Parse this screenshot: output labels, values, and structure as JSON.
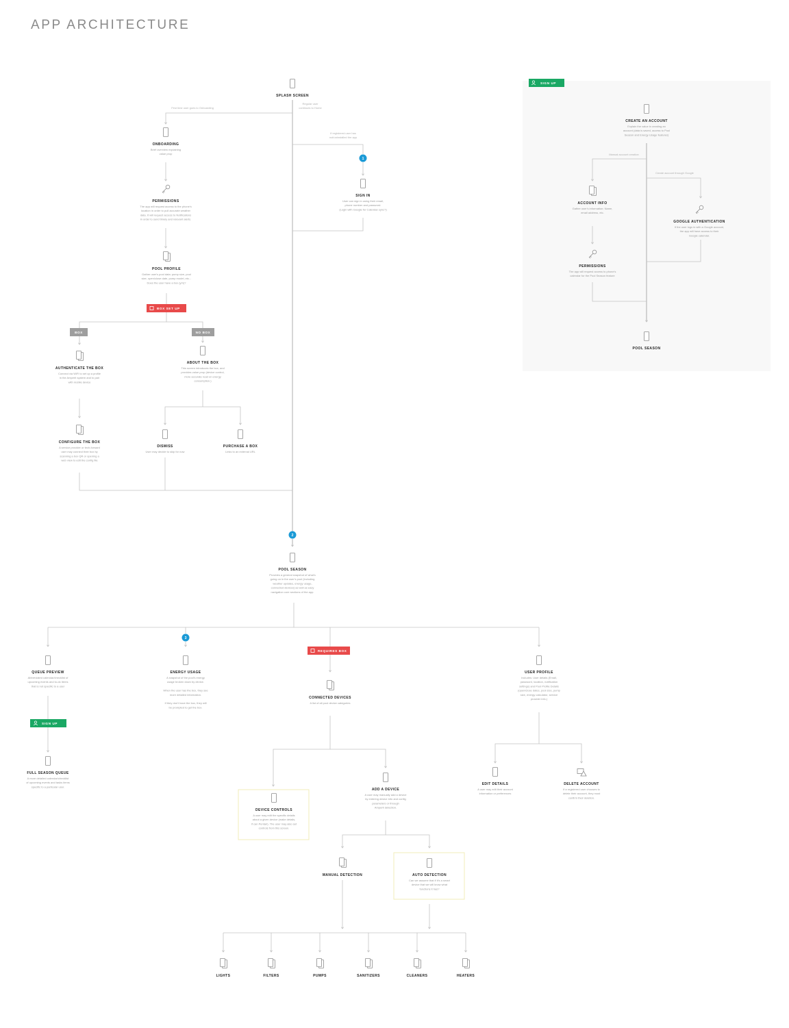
{
  "page": {
    "title": "APP ARCHITECTURE"
  },
  "colors": {
    "green": "#1aa864",
    "red": "#e84a4a",
    "gray": "#9e9e9e",
    "blue": "#1b9ad6",
    "line": "#c4c4c4",
    "panel": "#f8f8f8",
    "highlight": "#f2ecb8"
  },
  "nodes": {
    "splash": {
      "title": "SPLASH SCREEN",
      "icon": "phone-icon",
      "desc": []
    },
    "onboarding": {
      "title": "ONBOARDING",
      "icon": "phone-icon",
      "desc": [
        "Brief overview explaining",
        "value prop"
      ]
    },
    "permissions_main": {
      "title": "PERMISSIONS",
      "icon": "key-icon",
      "desc": [
        "The app will request access to the phone's",
        "location in order to pull accurate weather",
        "data. It will request access to Notifications",
        "in order to send timely and relevant alerts."
      ]
    },
    "sign_in": {
      "title": "SIGN IN",
      "icon": "phone-icon",
      "desc": [
        "User can sign in using their email,",
        "phone number and password.",
        "(Login with Google for Calendar sync?)"
      ]
    },
    "pool_profile": {
      "title": "POOL PROFILE",
      "icon": "stacked-screens-icon",
      "desc": [
        "Gather user's pool data: pump size, pool",
        "size, open/close date, pump model, etc...",
        "Does the user have a box (y/n)?"
      ]
    },
    "auth_box": {
      "title": "AUTHENTICATE THE BOX",
      "icon": "stacked-screens-icon",
      "desc": [
        "Connect via WiFi to set up a profile",
        "in the Amperit system and to pair",
        "with mobile device"
      ]
    },
    "about_box": {
      "title": "ABOUT THE BOX",
      "icon": "phone-icon",
      "desc": [
        "This screen introduces the box, and",
        "provides value prop (device control,",
        "more accurate read on energy",
        "consumption.)"
      ]
    },
    "configure_box": {
      "title": "CONFIGURE THE BOX",
      "icon": "stacked-screens-icon",
      "desc": [
        "A service provider or tech-forward",
        "user may connect their box by",
        "scanning a box QR or opening a",
        "web view to edit the config file"
      ]
    },
    "dismiss": {
      "title": "DISMISS",
      "icon": "phone-icon",
      "desc": [
        "User may decide to skip for now"
      ]
    },
    "purchase_box": {
      "title": "PURCHASE A BOX",
      "icon": "phone-icon",
      "desc": [
        "Links to an external URL"
      ]
    },
    "pool_season_main": {
      "title": "POOL SEASON",
      "icon": "phone-icon",
      "desc": [
        "Provides a general snapshot of what's",
        "going on in the user's pool (including",
        "weather updates, energy usage,",
        "connected devices) as well as easy",
        "navigation core sections of the app."
      ]
    },
    "queue_preview": {
      "title": "QUEUE PREVIEW",
      "icon": "phone-icon",
      "desc": [
        "Abbreviated calendar/checklist of",
        "upcoming events and to-do items",
        "that is not specific to a user"
      ]
    },
    "full_season": {
      "title": "FULL SEASON QUEUE",
      "icon": "phone-icon",
      "desc": [
        "A more detailed calendar/checklist",
        "of upcoming events and tasks items",
        "specific to a particular user."
      ]
    },
    "energy_usage": {
      "title": "ENERGY USAGE",
      "icon": "phone-icon",
      "desc": [
        "A snapshot of the pool's energy",
        "usage broken down by device.",
        "",
        "When the user has the box, they see",
        "more detailed information.",
        "",
        "If they don't have the box, they will",
        "be prompted to get the box."
      ]
    },
    "connected_devices": {
      "title": "CONNECTED DEVICES",
      "icon": "stacked-screens-icon",
      "desc": [
        "A list of all pool device categories"
      ]
    },
    "user_profile": {
      "title": "USER PROFILE",
      "icon": "phone-icon",
      "desc": [
        "Includes: User details (Email,",
        "password, location, notification",
        "settings) and Pool Profile Details",
        "(open/close dates, pool size, pump",
        "size, energy calculator, service",
        "provider info.)"
      ]
    },
    "device_controls": {
      "title": "DEVICE CONTROLS",
      "icon": "phone-icon",
      "desc": [
        "A user may edit the specific details",
        "about a given device (make details,",
        "if can Pentair). The user may also set",
        "controls from this screen."
      ]
    },
    "add_device": {
      "title": "ADD A DEVICE",
      "icon": "phone-icon",
      "desc": [
        "A user may manually add a device",
        "by entering device info and config",
        "parameters or through",
        "Amperit detection."
      ]
    },
    "edit_details": {
      "title": "EDIT DETAILS",
      "icon": "phone-icon",
      "desc": [
        "A user may edit their account",
        "information or preferences"
      ]
    },
    "delete_account": {
      "title": "DELETE ACCOUNT",
      "icon": "warning-screen-icon",
      "desc": [
        "If a registered user chooses to",
        "delete their account, they must",
        "confirm their deletion."
      ]
    },
    "manual_detection": {
      "title": "MANUAL DETECTION",
      "icon": "stacked-screens-icon",
      "desc": []
    },
    "auto_detection": {
      "title": "AUTO DETECTION",
      "icon": "phone-icon",
      "desc": [
        "Can we assume that if it's a smart",
        "device that we will know what",
        "functions it has?"
      ]
    },
    "lights": {
      "title": "LIGHTS",
      "icon": "stacked-screens-icon",
      "desc": []
    },
    "filters": {
      "title": "FILTERS",
      "icon": "stacked-screens-icon",
      "desc": []
    },
    "pumps": {
      "title": "PUMPS",
      "icon": "stacked-screens-icon",
      "desc": []
    },
    "sanitizers": {
      "title": "SANITIZERS",
      "icon": "stacked-screens-icon",
      "desc": []
    },
    "cleaners": {
      "title": "CLEANERS",
      "icon": "stacked-screens-icon",
      "desc": []
    },
    "heaters": {
      "title": "HEATERS",
      "icon": "stacked-screens-icon",
      "desc": []
    },
    "create_account": {
      "title": "CREATE AN ACCOUNT",
      "icon": "phone-icon",
      "desc": [
        "Explain the value in creating an",
        "account (data is saved, access to Pool",
        "Season and Energy Usage features)"
      ]
    },
    "account_info": {
      "title": "ACCOUNT INFO",
      "icon": "stacked-screens-icon",
      "desc": [
        "Gather user's information: Name,",
        "email address, etc."
      ]
    },
    "google_auth": {
      "title": "GOOGLE AUTHENTICATION",
      "icon": "key-icon",
      "desc": [
        "If the user logs in with a Google account,",
        "the app will have access to their",
        "Google calendar."
      ]
    },
    "permissions_signup": {
      "title": "PERMISSIONS",
      "icon": "key-icon",
      "desc": [
        "The app will request access to phone's",
        "calendar for the Pool Season feature"
      ]
    },
    "pool_season_signup": {
      "title": "POOL SEASON",
      "icon": "phone-icon",
      "desc": []
    }
  },
  "edge_labels": {
    "first_time": [
      "First time user goes to Onboarding"
    ],
    "regular_user": [
      "Regular user",
      "continues to Home"
    ],
    "registered_user": [
      "If registered user has",
      "not/uninstalled the app"
    ],
    "manual_creation": [
      "Manual account creation"
    ],
    "google_creation": [
      "Create account through Google"
    ]
  },
  "tags": {
    "box_setup": {
      "label": "BOX SET UP",
      "icon": "box-icon"
    },
    "box": {
      "label": "BOX"
    },
    "no_box": {
      "label": "NO BOX"
    },
    "requires_box": {
      "label": "REQUIRES BOX",
      "icon": "box-icon"
    },
    "sign_up_panel": {
      "label": "SIGN UP",
      "icon": "user-icon"
    },
    "sign_up_queue": {
      "label": "SIGN UP",
      "icon": "user-icon"
    }
  },
  "badges": {
    "b1": "1",
    "b2": "2",
    "b3": "3"
  }
}
